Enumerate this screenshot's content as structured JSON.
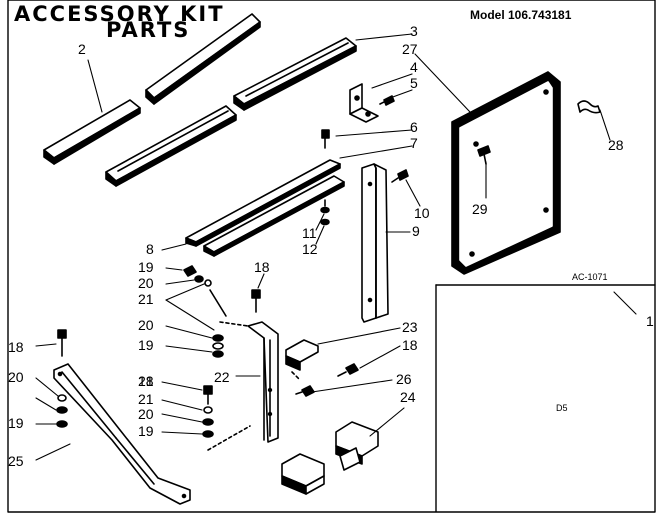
{
  "title": {
    "line1": "ACCESSORY KIT",
    "line2": "PARTS"
  },
  "model": "Model 106.743181",
  "drawing_code": "AC-1071",
  "page_mark": "D5",
  "callouts": [
    "1",
    "2",
    "3",
    "27",
    "4",
    "5",
    "6",
    "7",
    "28",
    "10",
    "29",
    "11",
    "9",
    "12",
    "8",
    "19",
    "18",
    "20",
    "21",
    "20",
    "19",
    "23",
    "18",
    "18",
    "21",
    "20",
    "22",
    "19",
    "26",
    "18",
    "21",
    "24",
    "20",
    "19",
    "25"
  ]
}
